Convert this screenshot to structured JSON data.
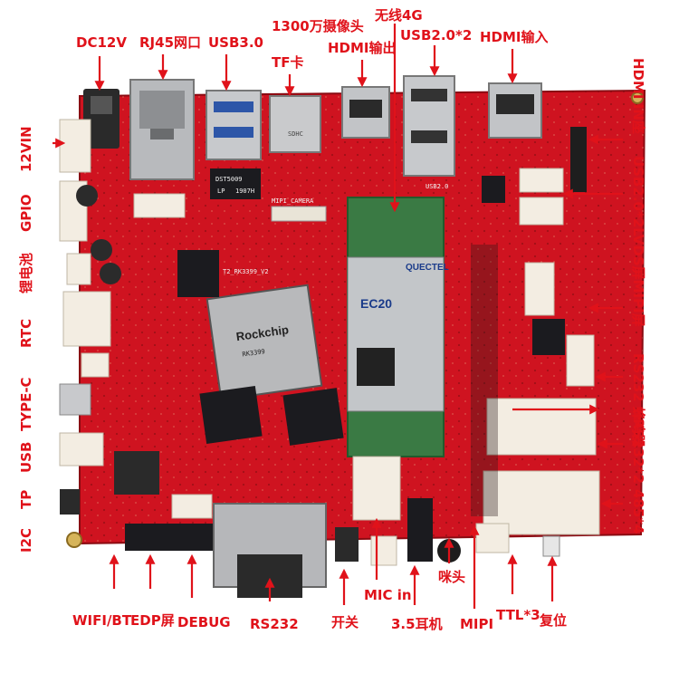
{
  "colors": {
    "pcb": "#cf1320",
    "pcb_dark": "#9e0d16",
    "label": "#e0121a",
    "arrow": "#e0121a",
    "chip": "#1b1b1f",
    "metal": "#b8babd",
    "connector_white": "#f3ede2",
    "module_green": "#3a7a44"
  },
  "top_labels": {
    "dc": "DC12V",
    "rj45": "RJ45网口",
    "usb3": "USB3.0",
    "camera": "1300万摄像头",
    "tf": "TF卡",
    "wireless4g": "无线4G",
    "hdmi_out": "HDMI输出",
    "usb2x2": "USB2.0*2",
    "hdmi_in": "HDMI输入"
  },
  "left_labels": {
    "vin": "12VIN",
    "gpio": "GPIO",
    "battery": "锂电池",
    "rtc": "RTC",
    "typec": "TYPE-C",
    "usb": "USB",
    "tp": "TP",
    "i2c": "I2C"
  },
  "right_labels": {
    "hdmi_in_seat": "HDMI IN座",
    "usb_lvds_mipi": "USB2.0*2LVDS屏MIPI屏",
    "rs232_buzzer": "RS232 蜂鸣器",
    "rs232x2": "RS232*2",
    "rs485x4": "485*4"
  },
  "bottom_labels": {
    "wifi": "WIFI/BT",
    "edp": "EDP屏",
    "debug": "DEBUG",
    "rs232": "RS232",
    "power_switch": "开关",
    "mic_in": "MIC in",
    "earphone": "3.5耳机",
    "mic": "咪头",
    "mipi": "MIPI",
    "ttl": "TTL*3",
    "reset": "复位"
  },
  "board_silk": {
    "soc_brand": "Rockchip",
    "soc_model": "RK3399",
    "module_brand": "QUECTEL",
    "module_model": "EC20",
    "board_name": "T2_RK3399_V2",
    "camera_silk": "MIPI_CAMERA",
    "usb_silk": "USB2.0",
    "eth_chip": "DST5009",
    "sd_text": "SDHC",
    "chip_lp": "LP",
    "chip_date": "1907H"
  }
}
